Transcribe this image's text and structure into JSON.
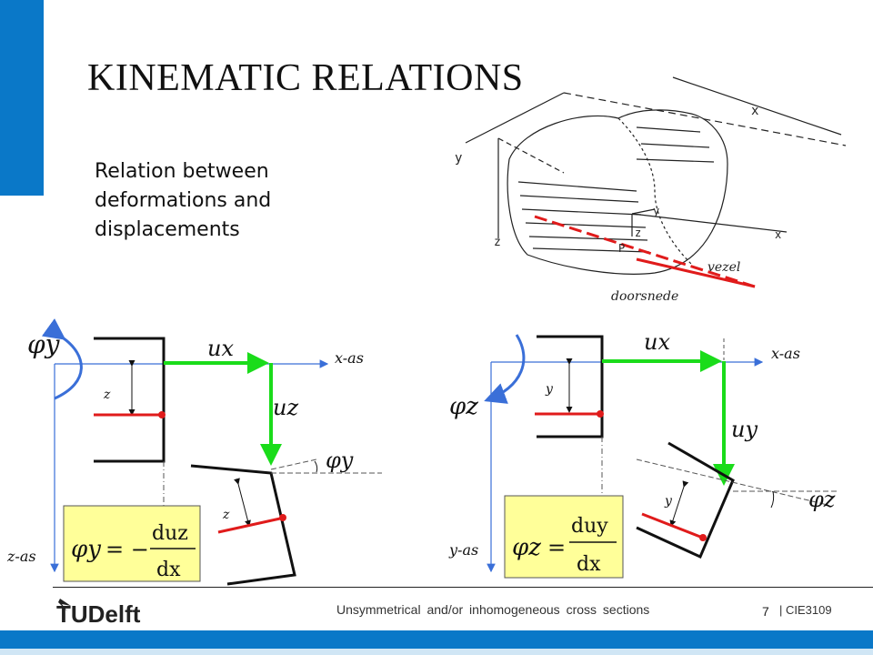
{
  "slide": {
    "title": "KINEMATIC RELATIONS",
    "subtitle_lines": [
      "Relation between",
      "deformations and",
      "displacements"
    ]
  },
  "sketch": {
    "labels": {
      "x": "x",
      "y": "y",
      "z": "z",
      "P": "P",
      "vezel": "vezel",
      "doorsnede": "doorsnede"
    }
  },
  "left_diagram": {
    "rotation_label": "φy",
    "horizontal_disp": "ux",
    "vertical_disp": "uz",
    "x_axis": "x-as",
    "z_axis": "z-as",
    "coord_label": "z",
    "angle_label": "φy",
    "formula": {
      "lhs": "φy",
      "op": "= −",
      "num": "duz",
      "den": "dx"
    }
  },
  "right_diagram": {
    "rotation_label": "φz",
    "horizontal_disp": "ux",
    "vertical_disp": "uy",
    "x_axis": "x-as",
    "y_axis": "y-as",
    "coord_label": "y",
    "angle_label": "φz",
    "formula": {
      "lhs": "φz",
      "op": "=",
      "num": "duy",
      "den": "dx"
    }
  },
  "footer": {
    "logo_text": "TUDelft",
    "caption": "Unsymmetrical and/or inhomogeneous cross sections",
    "page_number": "7",
    "course": "| CIE3109"
  },
  "colors": {
    "accent": "#0a78c8",
    "displacement": "#1adc1a",
    "fibre": "#e01b1b",
    "axis": "#3a6fd8",
    "formula_bg": "#ffff99"
  }
}
